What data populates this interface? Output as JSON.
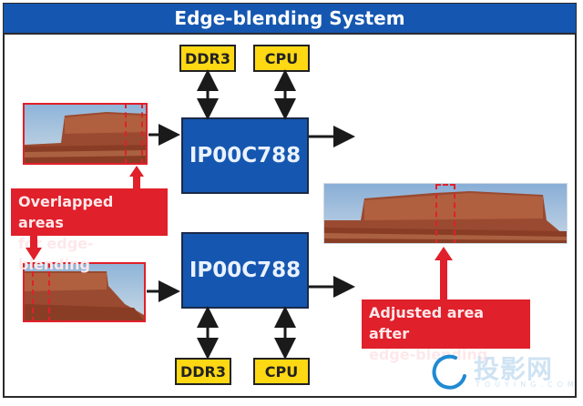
{
  "title": "Edge-blending System",
  "top_chips": [
    {
      "label": "DDR3"
    },
    {
      "label": "CPU"
    }
  ],
  "bottom_chips": [
    {
      "label": "DDR3"
    },
    {
      "label": "CPU"
    }
  ],
  "processors": [
    {
      "label": "IP00C788"
    },
    {
      "label": "IP00C788"
    }
  ],
  "callouts": {
    "overlap": [
      "Overlapped areas",
      "for edge-blending"
    ],
    "adjusted": [
      "Adjusted area after",
      "edge-blending"
    ]
  },
  "images": {
    "input_top": "left half of mesa panorama",
    "input_bottom": "right half of mesa panorama",
    "output": "blended mesa panorama"
  },
  "watermark": {
    "text": "投影网",
    "sub": "TOUYING.COM"
  },
  "colors": {
    "title_bar": "#1557b0",
    "processor": "#1557b0",
    "chip": "#ffd814",
    "callout": "#e0202a"
  }
}
